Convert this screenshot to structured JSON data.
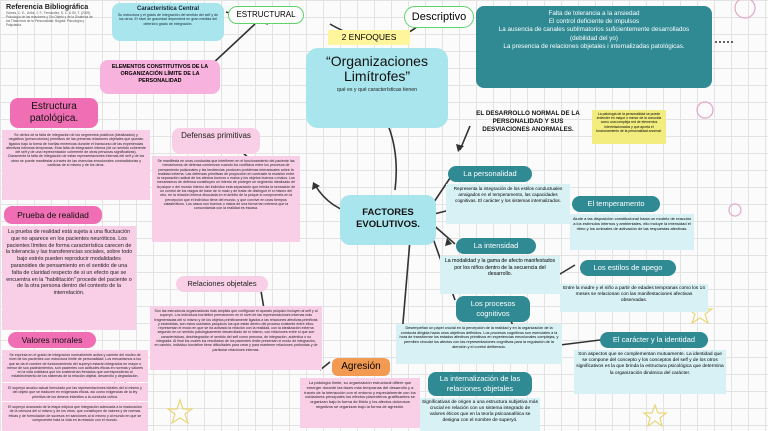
{
  "reference": {
    "title": "Referencia Bibliográfica",
    "body": "Gómez, C. E., Uribe, J. F., Fernández, S. C. & Gil, T. (2009). Psicología de las relaciones y Sin Objeto y de la Dinámica de los Trastornos de la Personalidad. Bogotá: Psicología y Psiquiatría."
  },
  "caracteristica": {
    "title": "Característica Central",
    "body": "Su estructura y el grado de integración del sentido del self y de los otros. El nivel de gravedad dependerá en gran medida del deterioro grado de integración."
  },
  "estructural_label": "ESTRUCTURAL",
  "descriptivo_label": "Descriptivo",
  "enfoques_label": "2 ENFOQUES",
  "main_title": "“Organizaciones Limítrofes”",
  "main_subtitle": "qué es y qué características tienen",
  "elementos": "ELEMENTOS CONSTITUTIVOS DE LA ORGANIZACIÓN LÍMITE DE LA PERSONALIDAD",
  "descriptivo_list": [
    "Falta de tolerancia a la ansiedad",
    "El control deficiente de impulsos",
    "La ausencia de canales sublimatorios suficientemente desarrollados",
    "(debilidad del yo)",
    "La presencia de relaciones objetales i internalizadas patológicas."
  ],
  "desarrollo_title": "EL DESARROLLO NORMAL DE LA PERSONALIDAD Y SUS DESVIACIONES ANORMALES.",
  "patologia_note": "La patología de la personalidad se puede entender en mayor o menor de la conocida como una compleja red de elementos interrelacionados y que aporta el funcionamiento de la personalidad anormal.",
  "estructura": {
    "title": "Estructura patológica.",
    "body": "Se deriva de la falta de integración de los segmentos positivos (idealizados) y negativos (persecutorios) primitivos de las primeras relaciones objetales que quedan ligados bajo la forma de huellas mnémicas durante el transcurso de las experiencias afectivas intensas tempranas. Esta falta de integración interna (de un sentido coherente del self y de una representación coherente de otras personas significativas). Claramente la falta de integración de estas representaciones internas del self y de los otros se puede manifestar a través de las vivencias emocionales contradictorias y caóticas de sí mismo y de los otros."
  },
  "defensas": {
    "title": "Defensas primitivas",
    "body": "Se manifiesta en unas conductas que interfieren en el funcionamiento del paciente las mecanismos de defensa comienzan cuando los conflictos entre los procesos de pensamiento pulsionales y las tendencias producen problemas interactuales sobre la realidad externa. Las defensas primitivas de proyección en contraste la escisión entre la separación radical de los afectos buenos o malos y los objetos buenos o malos. Los mecanismos de defensa constituyen un intento de proteger un segmento idealizado de la psique o del mundo interno del individuo esta separación que brinda la sensación de un control de los rasgos de base de lo malo y de tratar de distinguir el sí mismo del otro, en la relación interna disociada en el ámbito de la psique lo comprometa en la percepción que el individuo tiene del mundo, y que convive en unas tiempos catastróficos. Los casos son buenos o malos de una forma tan extrema que la concordancia con la realidad es escasa."
  },
  "prueba": {
    "title": "Prueba de realidad",
    "body": "La prueba de realidad está sujeta a una fluctuación que no aparece en los pacientes neuróticos. Los pacientes límites de forma característica carecen de la tolerancia y las transferencias sociales, sobre todo bajo estrés pueden reproducir modalidades paranoides de pensamiento en el sentido de una falta de claridad respecto de si un efecto que se encuentra en la \"habilitación\" procede del paciente o de la otra persona dentro del contexto de la interrelación."
  },
  "valores": {
    "title": "Valores morales",
    "body1": "Se expresa en el grado de integración normalmente activa y carente del núcleo de nivel de los pacientes con estructura límite de personalidad. Los mecanismos a los que se da el nombre de funcionamiento del superyó estarán integrados en mayor o menor de sus padecimientos, son pacientes con actitudes éticas en normas y valores en la vida cotidiana que los sostendrían frenados que corresponderán al establecimiento de los sistemas de la relación objetal, desarrollo y degradación.",
    "body2": "El superyó arcaico actual formulado por las representaciones ideales del sí mismo y del objeto que se traducen en exigencias éticas, así como exigencias de la ley primitiva de los deseos infantiles a la conducta crítica.",
    "body3": "El superyó avanzado de la etapa edípica que integración adecuada a la maduración de la censura del sí mismo y de los otros, que constituyen de valores y de normas éticas y de formulación de sucesos en sanciones al sí mismo y al mundo en que se compromete toda la vida en la relación con el mundo."
  },
  "relaciones": {
    "title": "Relaciones objetales",
    "body": "Son las estructuras organizadoras más amplias que configuran el aparato psíquico incluyen al self y al superyó. Los individuos bordeline permanecen en el nivel de las representaciones internas más fragmentadas del sí mismo y de los objetos primitivamente ligados a las relaciones afectivas primitivas y escindidas, son estos sustratos psíquicos los que están dentro del proceso existente entre ellos: representan el modo en que se ha activado la relación con la realidad, con la idealización externa segundo en un sentido patológicamente desarrollado de sí mismo, con relaciones entre sí que son características, desintegración el sentido del self como persona, de integración, auténtica o no integrada. Al final los cuales los resultados de los pacientes límite presentan el modo de integración, en cambio, individuo bordeline tiene dificultades para crear y para mantener relaciones profundas y de particular relaciones internas."
  },
  "agresion": {
    "title": "Agresión",
    "body": "La patología límite, su organización estructural difiere que emerger durante las fases más tempranas del desarrollo y a través de la interacción con el entorno y especialmente con los cuidadores principales los efectos placenteros gratificantes se organizan bajo la forma de libido y los afectos dolorosos negativos se organizan bajo la forma de agresión."
  },
  "factores_label": "FACTORES EVOLUTIVOS.",
  "personalidad": {
    "title": "La personalidad",
    "body": "Representa la integración de los estilos conductuales arraigados en el temperamento, las capacidades cognitivas. El carácter y los sistemas internalizados."
  },
  "temperamento": {
    "title": "El temperamento",
    "body": "Alude a las disposición constitucional hacia un modelo de reacción a los estímulos internos y ambientales, ello incluye la intensidad el ritmo y los umbrales de activación de las respuestas afectivas."
  },
  "intensidad": {
    "title": "La intensidad",
    "body": "La modalidad y la gama de afecto manifestados por los niños dentro de la secuencia del desarrollo."
  },
  "apego": {
    "title": "Los estilos de apego",
    "body": "Entre la madre y el niño a partir de edades tempranas como los 14 meses se relacionan con las manifestaciones afectivas observadas."
  },
  "cognitivos": {
    "title": "Los procesos cognitivos",
    "body": "Desempeñan un papel crucial en la percepción de la realidad y en la organización de la conducta dirigida hacia unos objetivos definidos. Los procesos cognitivos son esenciales a la hora de transformar los estados afectivos primitivos en experiencias emocionales complejas, y permiten vincular los afectos con las representaciones cognitivas para la regulación de la atención y el control deliberado."
  },
  "caracter": {
    "title": "El carácter y la identidad",
    "body": "Son aspectos que se complementan mutuamente. La identidad que se compone del concepto y los conceptos del self y de los otros significativos es la que brinda la estructura psicológica que determina la organización dinámica del carácter."
  },
  "internalizacion": {
    "title": "La internalización de las relaciones objetales",
    "body": "Significativas de origen a una estructura subjetiva más crucial en relación con un sistema integrado de valores éticos que en la teoría psicoanalítica se designa con el nombre de superyó."
  }
}
